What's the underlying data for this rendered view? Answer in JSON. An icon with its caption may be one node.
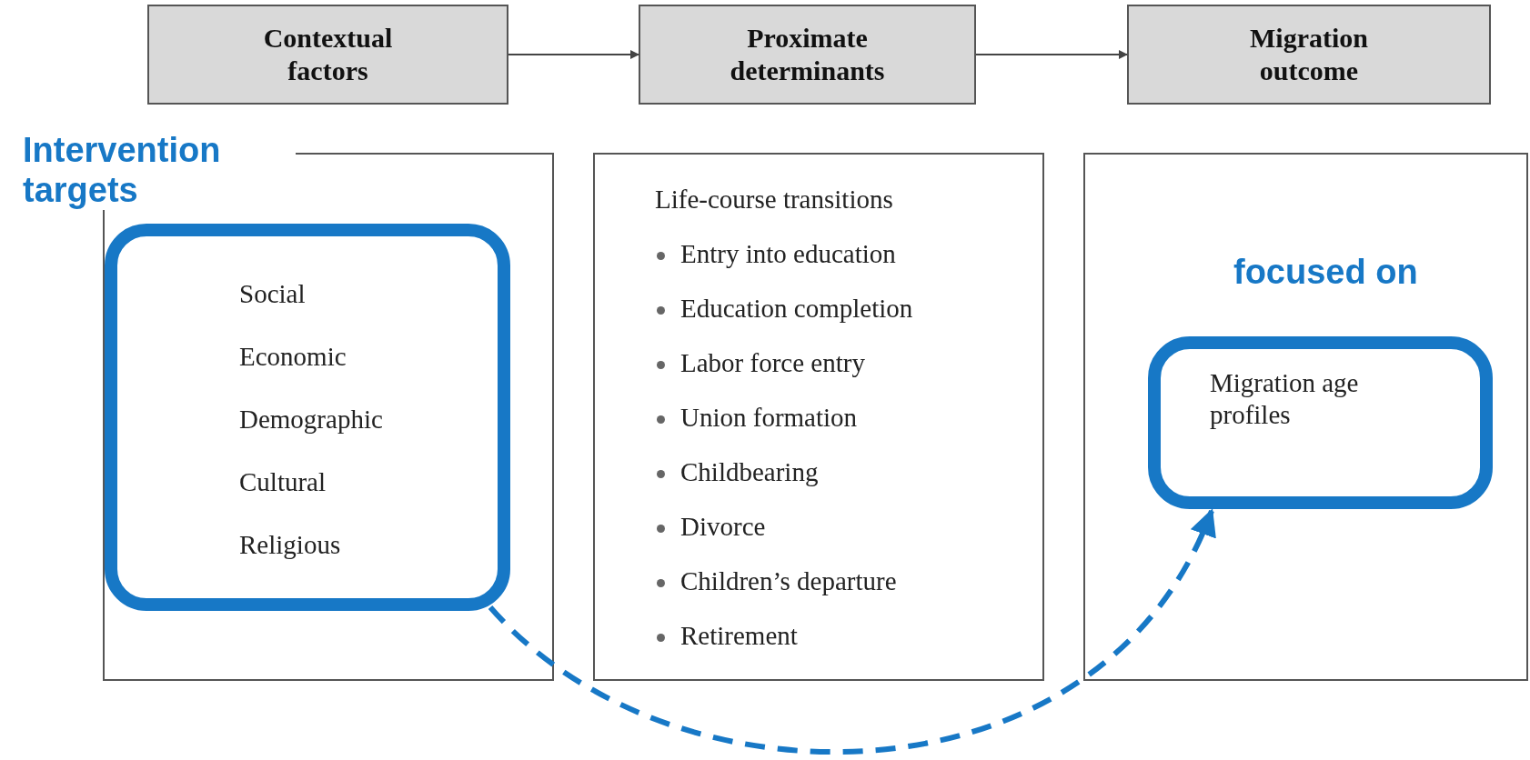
{
  "diagram": {
    "nodes": [
      {
        "text": [
          "Contextual factors"
        ]
      },
      {
        "text": [
          "Proximate determinants"
        ]
      },
      {
        "text": [
          "Migration outcome"
        ]
      },
      {
        "text": [],
        "shape": "box"
      },
      {
        "text": [
          "Life-course transitions",
          "Entry into education",
          "Education completion",
          "Labor force entry",
          "Union formation",
          "Childbearing",
          "Divorce",
          "Children’s departure",
          "Retirement"
        ]
      },
      {
        "text": [],
        "shape": "box"
      },
      {
        "text": [
          "Intervention targets",
          "Social",
          "Economic",
          "Demographic",
          "Cultural",
          "Religious"
        ],
        "in": 3
      },
      {
        "text": [
          "focused on",
          "Migration age profiles"
        ],
        "in": 5
      }
    ],
    "edges": [
      {
        "from": 0,
        "to": 1,
        "arrow": "to"
      },
      {
        "from": 1,
        "to": 2,
        "arrow": "to"
      },
      {
        "from": 6,
        "to": 7,
        "arrow": "to",
        "style": "dashed",
        "color": "#1778c6"
      }
    ]
  }
}
